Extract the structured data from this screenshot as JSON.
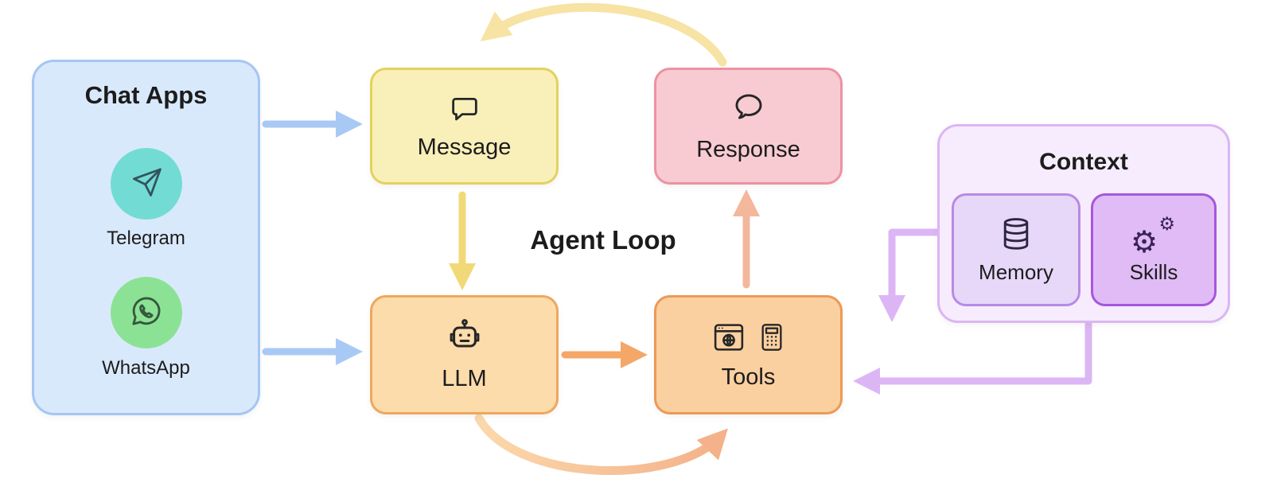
{
  "title": "Agent Loop",
  "chat_apps": {
    "title": "Chat Apps",
    "items": [
      {
        "label": "Telegram",
        "icon": "telegram-icon",
        "circle_color": "#72dcd4"
      },
      {
        "label": "WhatsApp",
        "icon": "whatsapp-icon",
        "circle_color": "#8ce294"
      }
    ]
  },
  "nodes": {
    "message": {
      "label": "Message",
      "icon": "speech-bubble-square-icon"
    },
    "response": {
      "label": "Response",
      "icon": "speech-bubble-round-icon"
    },
    "llm": {
      "label": "LLM",
      "icon": "robot-icon"
    },
    "tools": {
      "label": "Tools",
      "icons": [
        "browser-globe-icon",
        "calculator-icon"
      ]
    }
  },
  "context": {
    "title": "Context",
    "items": [
      {
        "label": "Memory",
        "icon": "database-icon"
      },
      {
        "label": "Skills",
        "icon": "gears-icon"
      }
    ]
  },
  "colors": {
    "chat_apps_fill": "#d9e9fc",
    "chat_apps_border": "#a5c6f3",
    "message_fill": "#f9efb8",
    "message_border": "#e3d25e",
    "response_fill": "#f8cbd3",
    "response_border": "#ec93a2",
    "llm_fill": "#fcdcab",
    "llm_border": "#efa75f",
    "tools_fill": "#fbd0a0",
    "tools_border": "#ec9a56",
    "context_fill": "#f7ecfd",
    "context_border": "#dcb5f2",
    "memory_fill": "#e7d7f8",
    "memory_border": "#b78ae6",
    "skills_fill": "#e0bbf5",
    "skills_border": "#a557dd",
    "arrow_blue": "#a9c9f5",
    "arrow_yellow": "#f1d97a",
    "arrow_cream": "#f7e3a3",
    "arrow_orange": "#f4a767",
    "arrow_salmon": "#f3b79c",
    "arrow_peach_start": "#fbd8ab",
    "arrow_peach_end": "#f4b18a",
    "arrow_purple": "#dcb6f4"
  }
}
